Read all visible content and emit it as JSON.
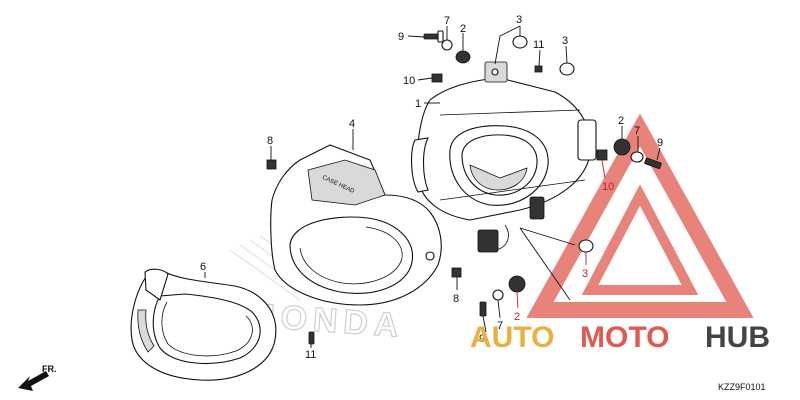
{
  "callouts": [
    {
      "id": "c9a",
      "label": "9",
      "color": "black"
    },
    {
      "id": "c7a",
      "label": "7",
      "color": "black"
    },
    {
      "id": "c2a",
      "label": "2",
      "color": "black"
    },
    {
      "id": "c3a",
      "label": "3",
      "color": "black"
    },
    {
      "id": "c11",
      "label": "11",
      "color": "black"
    },
    {
      "id": "c3b",
      "label": "3",
      "color": "black"
    },
    {
      "id": "c10a",
      "label": "10",
      "color": "black"
    },
    {
      "id": "c1",
      "label": "1",
      "color": "black"
    },
    {
      "id": "c8a",
      "label": "8",
      "color": "black"
    },
    {
      "id": "c4",
      "label": "4",
      "color": "black"
    },
    {
      "id": "c2b",
      "label": "2",
      "color": "black"
    },
    {
      "id": "c7b",
      "label": "7",
      "color": "black"
    },
    {
      "id": "c9b",
      "label": "9",
      "color": "black"
    },
    {
      "id": "c10b",
      "label": "10",
      "color": "red"
    },
    {
      "id": "c3c",
      "label": "3",
      "color": "red"
    },
    {
      "id": "c6",
      "label": "6",
      "color": "black"
    },
    {
      "id": "c8b",
      "label": "8",
      "color": "black"
    },
    {
      "id": "c7c",
      "label": "7",
      "color": "black"
    },
    {
      "id": "c2c",
      "label": "2",
      "color": "red"
    },
    {
      "id": "c9c",
      "label": "9",
      "color": "black"
    },
    {
      "id": "c11b",
      "label": "11",
      "color": "black"
    }
  ],
  "watermark": {
    "part1": "AUTO",
    "part2": "MOTO",
    "part3": "HUB",
    "colors": {
      "auto": "#e8b040",
      "moto": "#e05a50",
      "hub": "#444444",
      "triangle": "#e05a50"
    }
  },
  "direction_label": "FR.",
  "diagram_code": "KZZ9F0101",
  "background_logo": "HONDA"
}
